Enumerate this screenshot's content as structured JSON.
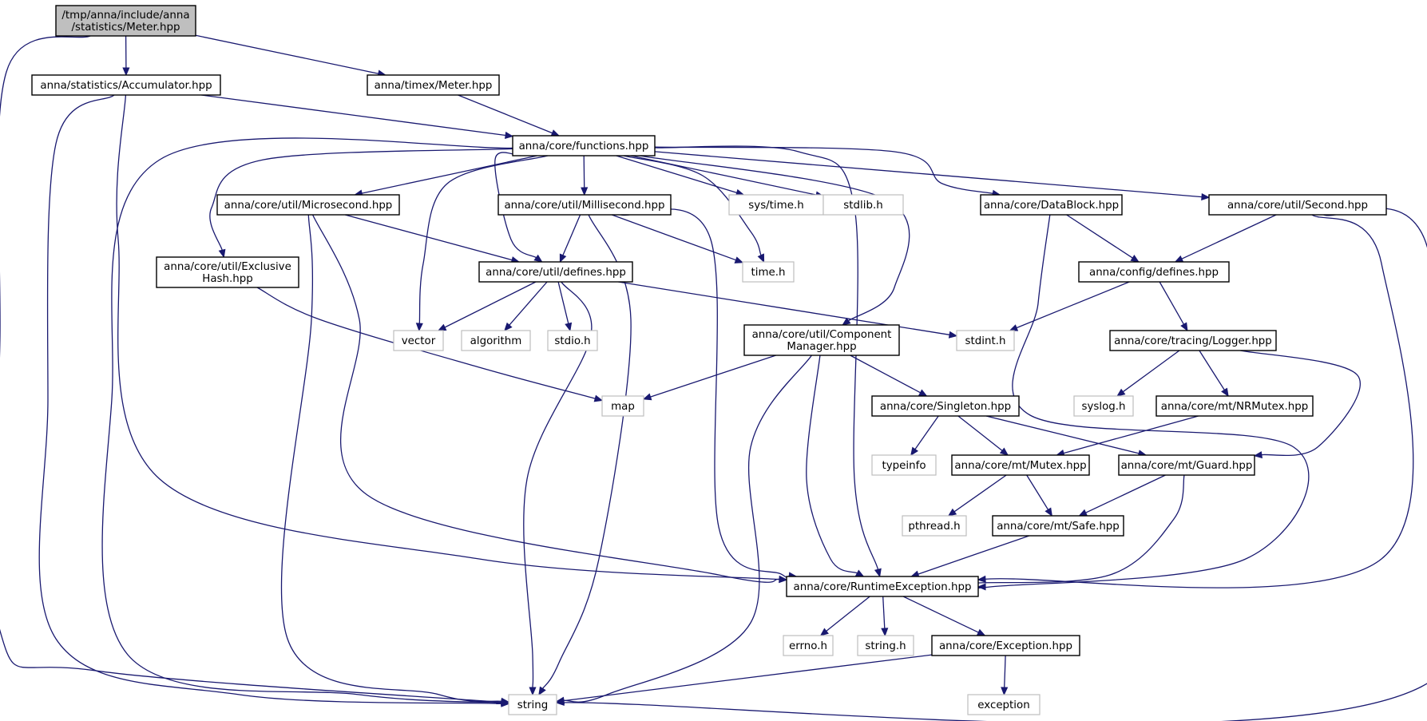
{
  "colors": {
    "edge": "#191970",
    "node_border": "#000000",
    "external_border": "#bfbfbf",
    "root_fill": "#bfbfbf",
    "background": "#ffffff"
  },
  "nodes": {
    "root": "/tmp/anna/include/anna\n/statistics/Meter.hpp",
    "accumulator": "anna/statistics/Accumulator.hpp",
    "timex_meter": "anna/timex/Meter.hpp",
    "functions": "anna/core/functions.hpp",
    "microsecond": "anna/core/util/Microsecond.hpp",
    "millisecond": "anna/core/util/Millisecond.hpp",
    "sys_time": "sys/time.h",
    "stdlib": "stdlib.h",
    "datablock": "anna/core/DataBlock.hpp",
    "second": "anna/core/util/Second.hpp",
    "exclusive_hash": "anna/core/util/Exclusive\nHash.hpp",
    "util_defines": "anna/core/util/defines.hpp",
    "time_h": "time.h",
    "config_defines": "anna/config/defines.hpp",
    "vector": "vector",
    "algorithm": "algorithm",
    "stdio": "stdio.h",
    "component_manager": "anna/core/util/Component\nManager.hpp",
    "stdint": "stdint.h",
    "logger": "anna/core/tracing/Logger.hpp",
    "map": "map",
    "singleton": "anna/core/Singleton.hpp",
    "syslog": "syslog.h",
    "nrmutex": "anna/core/mt/NRMutex.hpp",
    "typeinfo": "typeinfo",
    "mutex": "anna/core/mt/Mutex.hpp",
    "guard": "anna/core/mt/Guard.hpp",
    "pthread": "pthread.h",
    "safe": "anna/core/mt/Safe.hpp",
    "runtime_exception": "anna/core/RuntimeException.hpp",
    "errno": "errno.h",
    "string_h": "string.h",
    "exception_hpp": "anna/core/Exception.hpp",
    "string": "string",
    "exception": "exception"
  }
}
